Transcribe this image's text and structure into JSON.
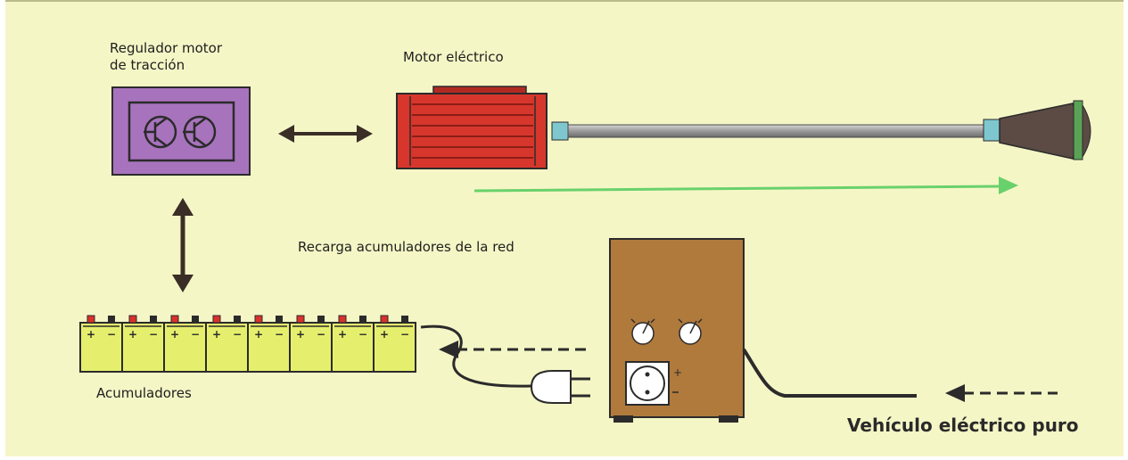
{
  "labels": {
    "regulator": "Regulador motor\nde tracción",
    "motor": "Motor eléctrico",
    "recharge": "Recarga acumuladores de la red",
    "accumulators": "Acumuladores",
    "title": "Vehículo eléctrico puro"
  },
  "battery": {
    "cell_count": 8,
    "plus_sign": "+",
    "minus_sign": "−"
  },
  "colors": {
    "background": "#f5f6c6",
    "regulator": "#a873bd",
    "motor": "#d7362c",
    "battery": "#e6ef6d",
    "charger": "#b07a3c",
    "arrow_green": "#69d16b",
    "arrow_dark": "#3a2e26"
  }
}
